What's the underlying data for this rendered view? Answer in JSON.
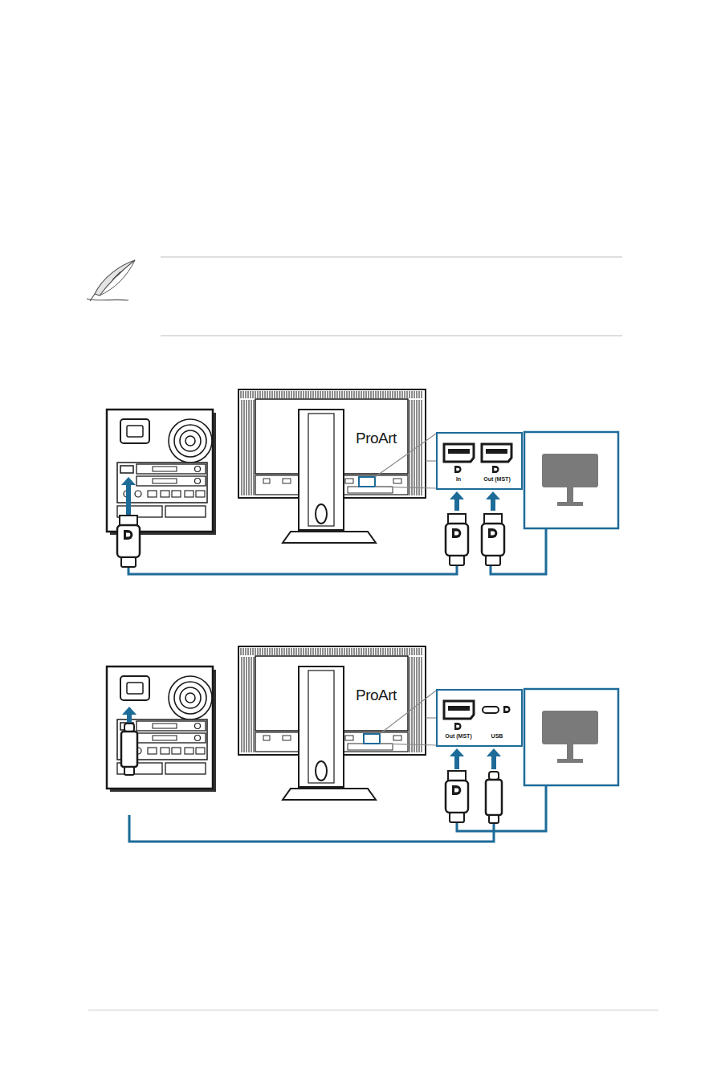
{
  "diagram": {
    "nodes": [
      {
        "text": [
          "ProArt"
        ]
      },
      {
        "text": [
          "In",
          "Out (MST)"
        ]
      },
      {
        "text": [
          "ProArt"
        ]
      },
      {
        "text": [
          "Out (MST)",
          "USB"
        ]
      }
    ],
    "edges": [
      {
        "from": 0,
        "to": 1,
        "arrow": "none"
      },
      {
        "from": 2,
        "to": 3,
        "arrow": "none"
      }
    ]
  }
}
